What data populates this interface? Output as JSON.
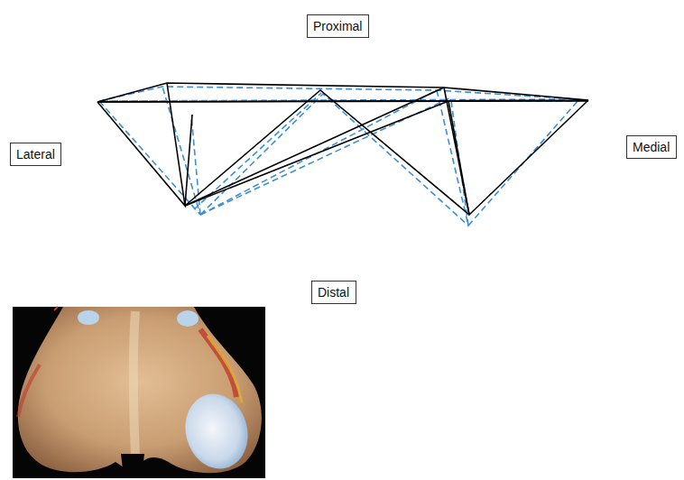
{
  "diagram": {
    "nodes": [
      {
        "text": [
          "Proximal"
        ]
      },
      {
        "text": [
          "Lateral"
        ]
      },
      {
        "text": [
          "Medial"
        ]
      },
      {
        "text": [
          "Distal"
        ]
      }
    ]
  }
}
